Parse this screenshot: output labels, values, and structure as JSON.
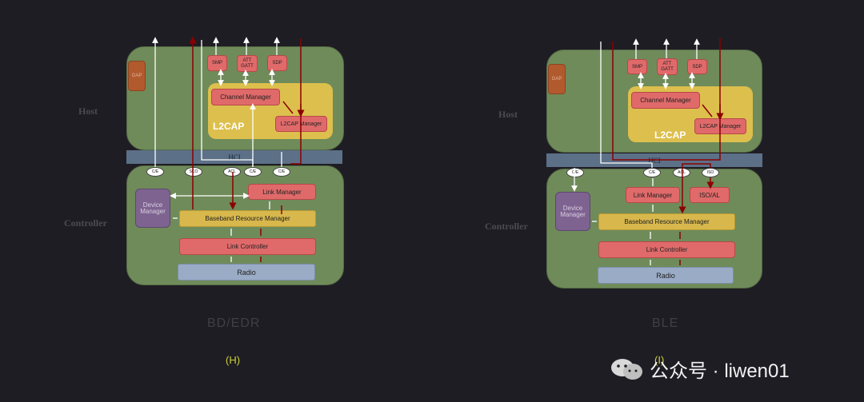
{
  "left": {
    "side_labels": {
      "host": "Host",
      "controller": "Controller"
    },
    "host": {
      "gap": "GAP",
      "smp": "SMP",
      "att_gatt": "ATT\nGATT",
      "sdp": "SDP",
      "channel_manager": "Channel Manager",
      "l2cap": "L2CAP",
      "l2cap_manager": "L2CAP Manager"
    },
    "hci": "HCI",
    "ovals": [
      "C/E",
      "SCO",
      "ACL",
      "C/E",
      "C/E"
    ],
    "controller": {
      "device_manager": "Device\nManager",
      "link_manager": "Link Manager",
      "baseband": "Baseband Resource Manager",
      "link_controller": "Link Controller",
      "radio": "Radio"
    },
    "title": "BD/EDR",
    "mark": "(H)"
  },
  "right": {
    "side_labels": {
      "host": "Host",
      "controller": "Controller"
    },
    "host": {
      "gap": "GAP",
      "smp": "SMP",
      "att_gatt": "ATT\nGATT",
      "sdp": "SDP",
      "channel_manager": "Channel Manager",
      "l2cap": "L2CAP",
      "l2cap_manager": "L2CAP Manager"
    },
    "hci": "HCI",
    "ovals": [
      "C/E",
      "C/E",
      "ACL",
      "ISO"
    ],
    "controller": {
      "device_manager": "Device\nManager",
      "link_manager": "Link Manager",
      "isoal": "ISO/AL",
      "baseband": "Baseband Resource Manager",
      "link_controller": "Link Controller",
      "radio": "Radio"
    },
    "title": "BLE",
    "mark": "(I)"
  },
  "watermark": "公众号 · liwen01",
  "colors": {
    "background": "#1f1d24",
    "panel": "#6f8b5a",
    "red_block": "#e06a6a",
    "yellow_block": "#d8b84c",
    "hci_bar": "#5c7088",
    "radio": "#9aabc6",
    "purple": "#7e6391",
    "dark_red_line": "#8b0000"
  }
}
